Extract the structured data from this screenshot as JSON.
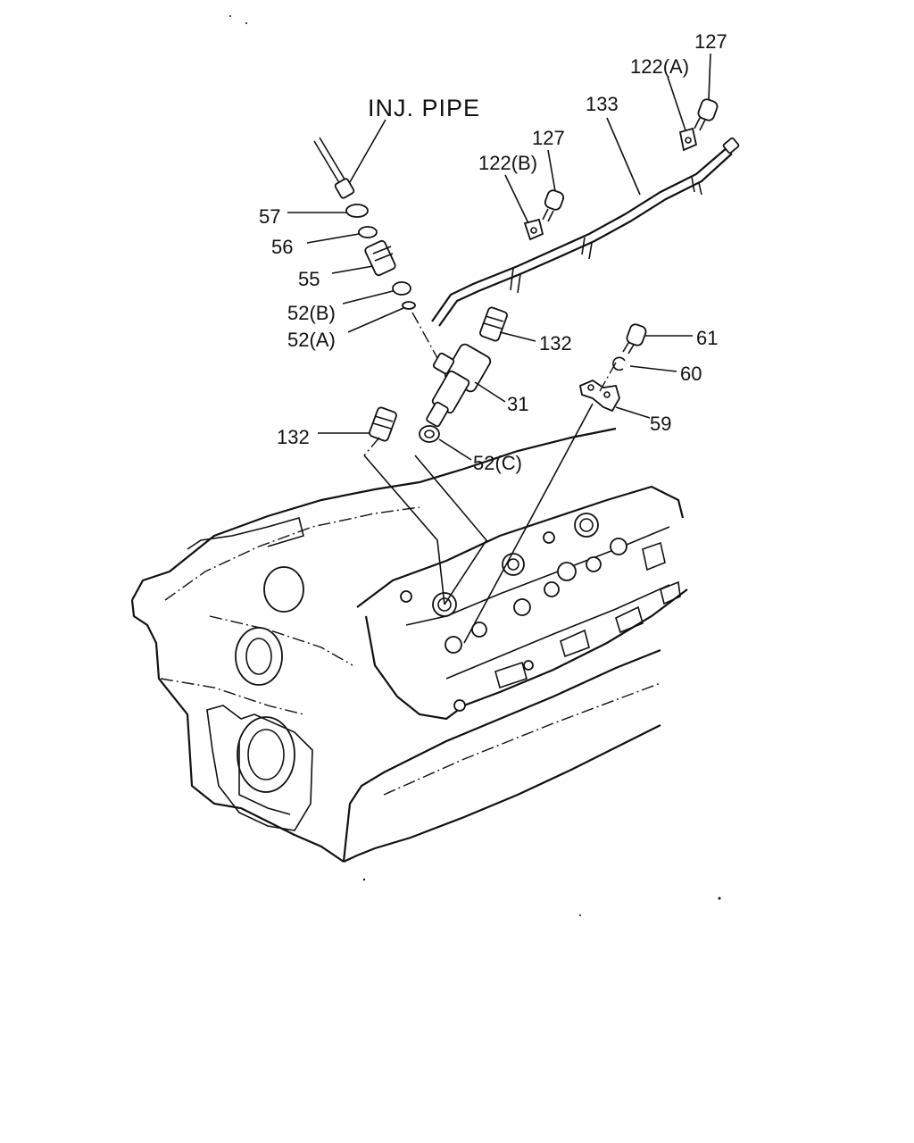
{
  "diagram": {
    "labels": {
      "inj_pipe": "INJ. PIPE",
      "p57": "57",
      "p56": "56",
      "p55": "55",
      "p52b": "52(B)",
      "p52a": "52(A)",
      "p132_left": "132",
      "p132_right": "132",
      "p31": "31",
      "p52c": "52(C)",
      "p122b": "122(B)",
      "p127_mid": "127",
      "p133": "133",
      "p122a": "122(A)",
      "p127_top": "127",
      "p61": "61",
      "p60": "60",
      "p59": "59"
    }
  }
}
